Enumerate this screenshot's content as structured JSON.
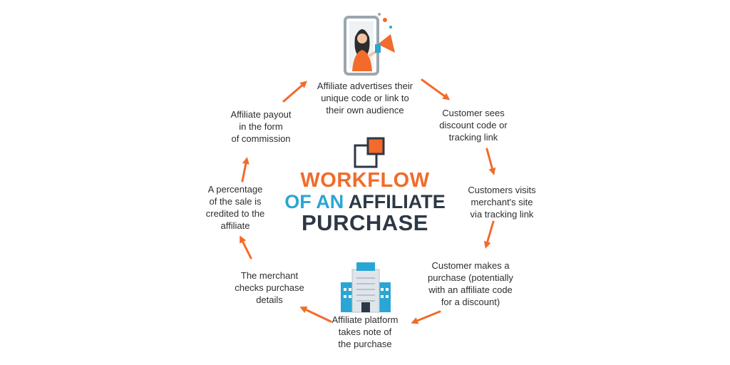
{
  "title": {
    "line1": "WORKFLOW",
    "line2a": "OF AN",
    "line2b": "AFFILIATE",
    "line3": "PURCHASE"
  },
  "steps": [
    {
      "lines": [
        "Affiliate advertises their",
        "unique code or link to",
        "their own audience"
      ]
    },
    {
      "lines": [
        "Customer sees",
        "discount code or",
        "tracking link"
      ]
    },
    {
      "lines": [
        "Customers visits",
        "merchant's site",
        "via tracking link"
      ]
    },
    {
      "lines": [
        "Customer makes a",
        "purchase (potentially",
        "with an affiliate code",
        "for a discount)"
      ]
    },
    {
      "lines": [
        "Affiliate platform",
        "takes note of",
        "the purchase"
      ]
    },
    {
      "lines": [
        "The merchant",
        "checks purchase",
        "details"
      ]
    },
    {
      "lines": [
        "A percentage",
        "of the sale is",
        "credited to the",
        "affiliate"
      ]
    },
    {
      "lines": [
        "Affiliate payout",
        "in the form",
        "of commission"
      ]
    }
  ],
  "colors": {
    "accent": "#f26b2a",
    "blue": "#2aa6d4",
    "dark": "#2c3845"
  },
  "icons": [
    "influencer-phone-icon",
    "office-building-icon",
    "window-squares-icon"
  ]
}
